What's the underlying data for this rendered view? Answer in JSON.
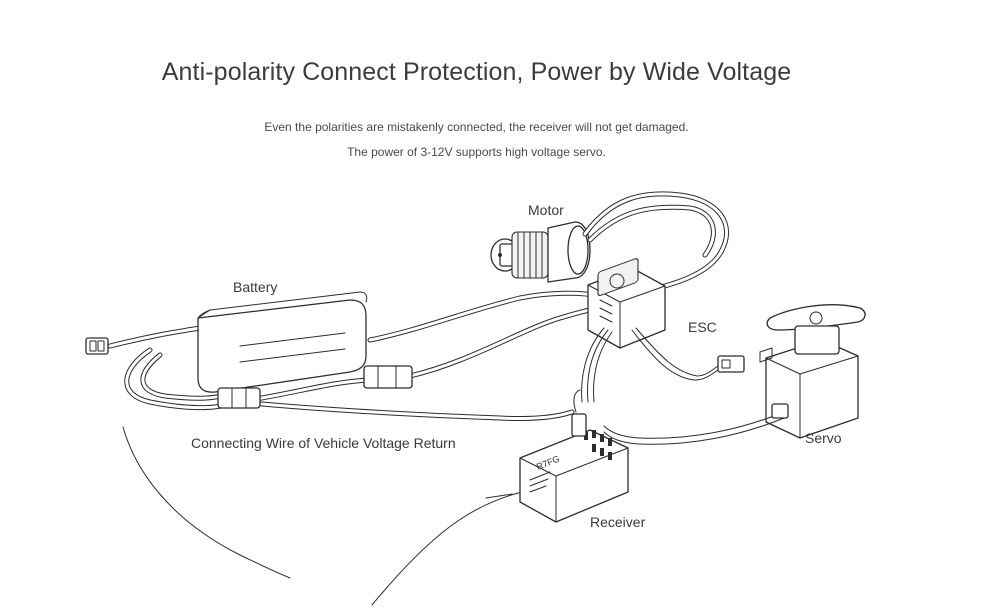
{
  "header": {
    "title": "Anti-polarity Connect Protection, Power by Wide Voltage",
    "line1": "Even the polarities are mistakenly connected, the receiver will not get damaged.",
    "line2": "The power of 3-12V supports high voltage servo."
  },
  "labels": {
    "motor": "Motor",
    "battery": "Battery",
    "esc": "ESC",
    "servo": "Servo",
    "wire": "Connecting Wire of Vehicle Voltage Return",
    "receiver": "Receiver"
  },
  "receiver_print": {
    "model": "R7FG"
  },
  "colors": {
    "line": "#2d2d2d",
    "text": "#3a3a3a",
    "background": "#ffffff"
  }
}
